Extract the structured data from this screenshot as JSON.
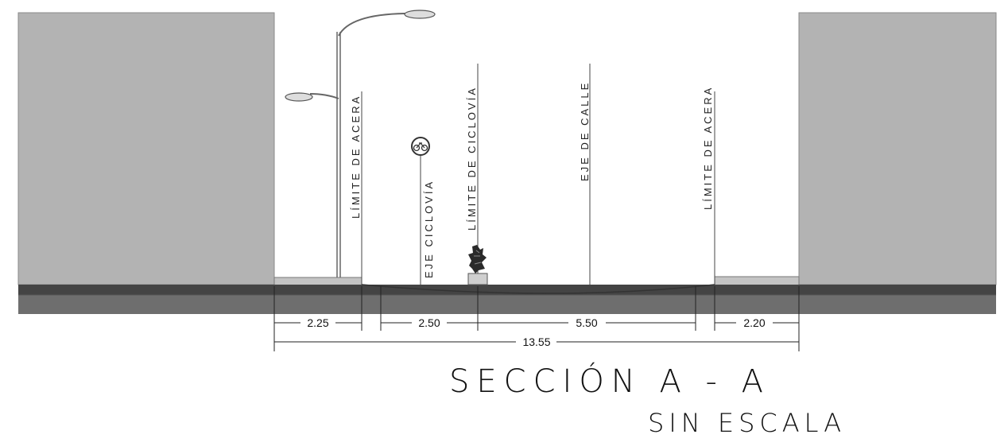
{
  "labels": {
    "limite_acera_left": "LÍMITE DE ACERA",
    "eje_ciclovia": "EJE CICLOVÍA",
    "limite_ciclovia": "LÍMITE DE CICLOVÍA",
    "eje_calle": "EJE DE CALLE",
    "limite_acera_right": "LÍMITE DE ACERA"
  },
  "dimensions": {
    "sidewalk_left": "2.25",
    "bike_lane": "2.50",
    "street": "5.50",
    "sidewalk_right": "2.20",
    "total": "13.55"
  },
  "title": {
    "main": "SECCIÓN A - A",
    "sub": "SIN ESCALA"
  },
  "colors": {
    "building": "#b3b3b3",
    "sidewalk": "#c4c4c4",
    "road_top": "#444444",
    "road_base": "#6e6e6e"
  }
}
